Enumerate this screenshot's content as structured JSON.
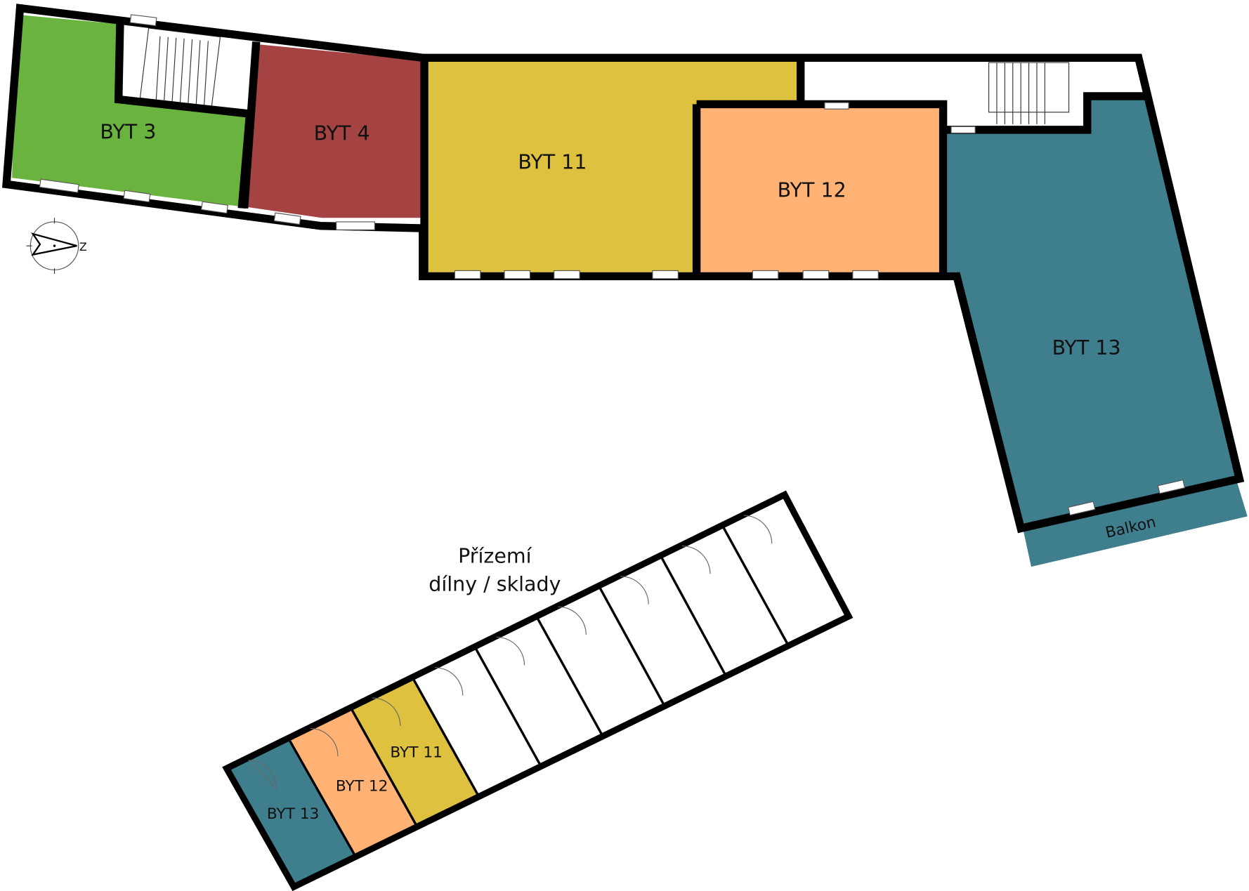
{
  "floor_upper": {
    "units": [
      {
        "label": "BYT 3",
        "color": "#6bb33f"
      },
      {
        "label": "BYT 4",
        "color": "#a54242"
      },
      {
        "label": "BYT 11",
        "color": "#dfc140"
      },
      {
        "label": "BYT 12",
        "color": "#ffb273"
      },
      {
        "label": "BYT 13",
        "color": "#3f7f8d"
      }
    ],
    "balcony_label": "Balkon"
  },
  "ground_floor": {
    "title_line1": "Přízemí",
    "title_line2": "dílny / sklady",
    "units": [
      {
        "label": "BYT 13",
        "color": "#3f7f8d"
      },
      {
        "label": "BYT 12",
        "color": "#ffb273"
      },
      {
        "label": "BYT 11",
        "color": "#dfc140"
      }
    ]
  },
  "compass": {
    "label": "Z"
  }
}
